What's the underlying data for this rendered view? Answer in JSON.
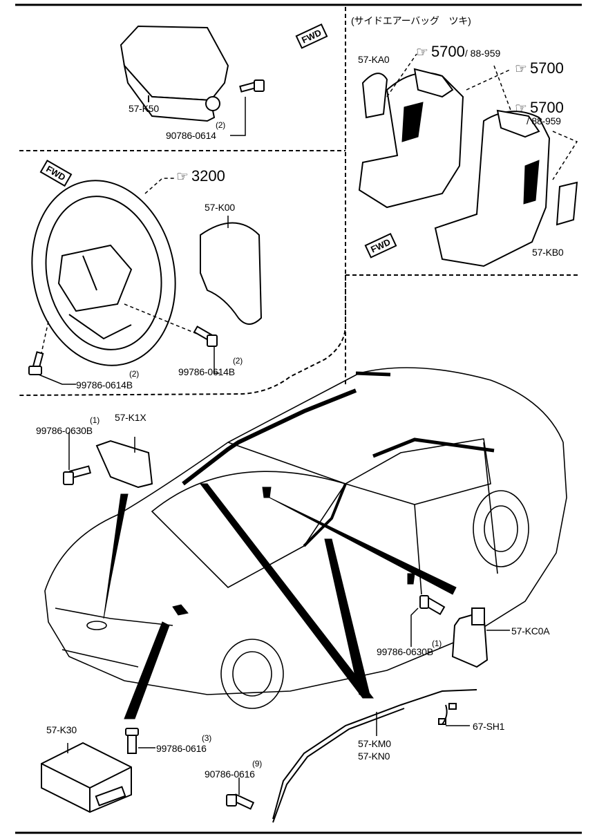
{
  "diagram": {
    "side_airbag_note": "(サイドエアーバッグ　ツキ)",
    "fwd_label": "FWD",
    "hand_icon": "pointing-hand-icon",
    "parts": {
      "k50": "57-K50",
      "k50_bolt_qty": "(2)",
      "k50_bolt": "90786-0614",
      "k00": "57-K00",
      "ref_3200": "3200",
      "wheel_bolt_right_qty": "(2)",
      "wheel_bolt_right": "99786-0614B",
      "wheel_bolt_left_qty": "(2)",
      "wheel_bolt_left": "99786-0614B",
      "ka0": "57-KA0",
      "ref_5700_a": "5700",
      "ref_5700_a_sub": "/ 88-959",
      "ref_5700_b": "5700",
      "ref_5700_c": "5700",
      "ref_5700_c_sub": "/ 88-959",
      "kb0": "57-KB0",
      "k1x_bolt_qty": "(1)",
      "k1x_bolt": "99786-0630B",
      "k1x": "57-K1X",
      "kc0a": "57-KC0A",
      "kc0a_bolt_qty": "(1)",
      "kc0a_bolt": "99786-0630B",
      "sh1": "67-SH1",
      "km0": "57-KM0",
      "kn0": "57-KN0",
      "k30": "57-K30",
      "k30_bolt_qty": "(3)",
      "k30_bolt": "99786-0616",
      "cbolt_qty": "(9)",
      "cbolt": "90786-0616"
    }
  }
}
